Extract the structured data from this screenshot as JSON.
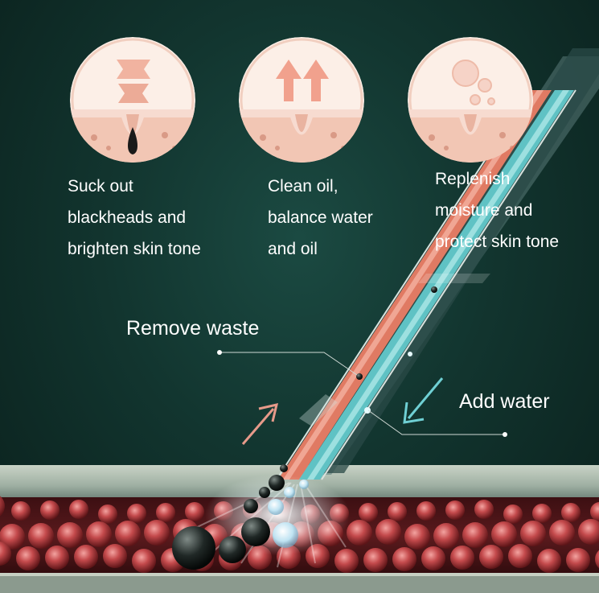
{
  "benefits": [
    {
      "caption_lines": [
        "Suck out",
        "blackheads and",
        "brighten skin tone"
      ],
      "icon": "blackhead-extraction-icon"
    },
    {
      "caption_lines": [
        "Clean oil,",
        "balance water",
        "and oil"
      ],
      "icon": "upward-arrows-icon"
    },
    {
      "caption_lines": [
        "Replenish",
        "moisture and",
        "protect skin tone"
      ],
      "icon": "moisture-bubbles-icon"
    }
  ],
  "callouts": {
    "remove_waste": "Remove waste",
    "add_water": "Add water"
  },
  "colors": {
    "background": "#12352f",
    "waste_channel": "#e07a63",
    "water_channel": "#5fc2c4",
    "skin_layer": "#f6dccd",
    "cells": "#b33a3c"
  }
}
